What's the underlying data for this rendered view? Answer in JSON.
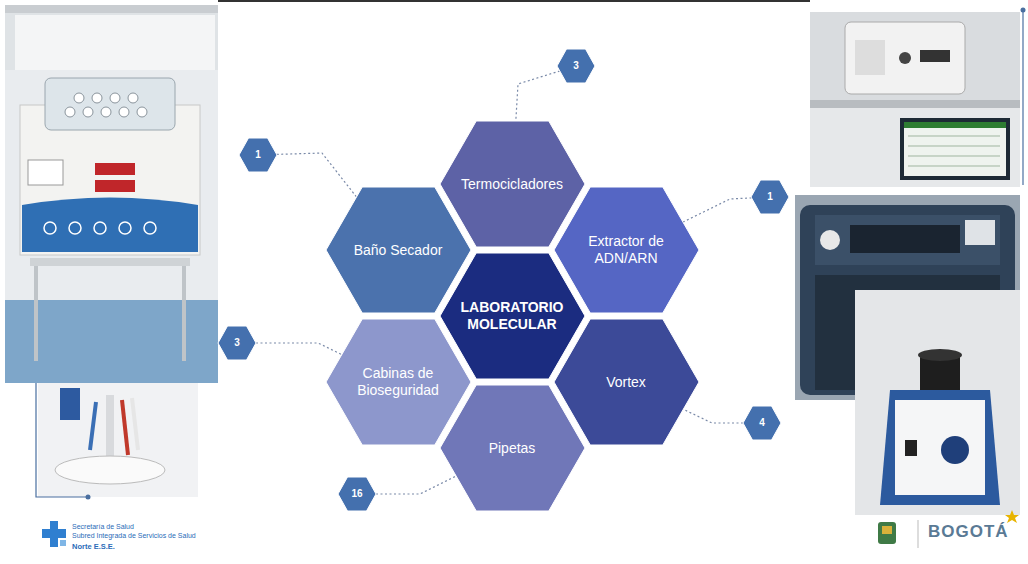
{
  "diagram": {
    "nodes": [
      {
        "text": [
          "3"
        ]
      },
      {
        "text": [
          "Termocicladores"
        ]
      },
      {
        "text": [
          "1"
        ]
      },
      {
        "text": [
          "Baño Secador"
        ]
      },
      {
        "text": [
          "1"
        ]
      },
      {
        "text": [
          "Extractor de ADN/ARN"
        ]
      },
      {
        "text": [
          "LABORATORIO MOLECULAR"
        ]
      },
      {
        "text": [
          "3"
        ]
      },
      {
        "text": [
          "Cabinas de Bioseguridad"
        ]
      },
      {
        "text": [
          "Vortex"
        ]
      },
      {
        "text": [
          "4"
        ]
      },
      {
        "text": [
          "Pipetas"
        ]
      },
      {
        "text": [
          "16"
        ]
      }
    ],
    "edges": [
      {
        "from": 0,
        "to": 1,
        "arrow": "none"
      },
      {
        "from": 2,
        "to": 3,
        "arrow": "none"
      },
      {
        "from": 4,
        "to": 5,
        "arrow": "none"
      },
      {
        "from": 7,
        "to": 8,
        "arrow": "none"
      },
      {
        "from": 10,
        "to": 9,
        "arrow": "none"
      },
      {
        "from": 12,
        "to": 11,
        "arrow": "none"
      }
    ],
    "labels": [
      "Secretaría de Salud",
      "Subred Integrada de Servicios de Salud",
      "Norte E.S.E.",
      "BOGOTÁ"
    ]
  }
}
